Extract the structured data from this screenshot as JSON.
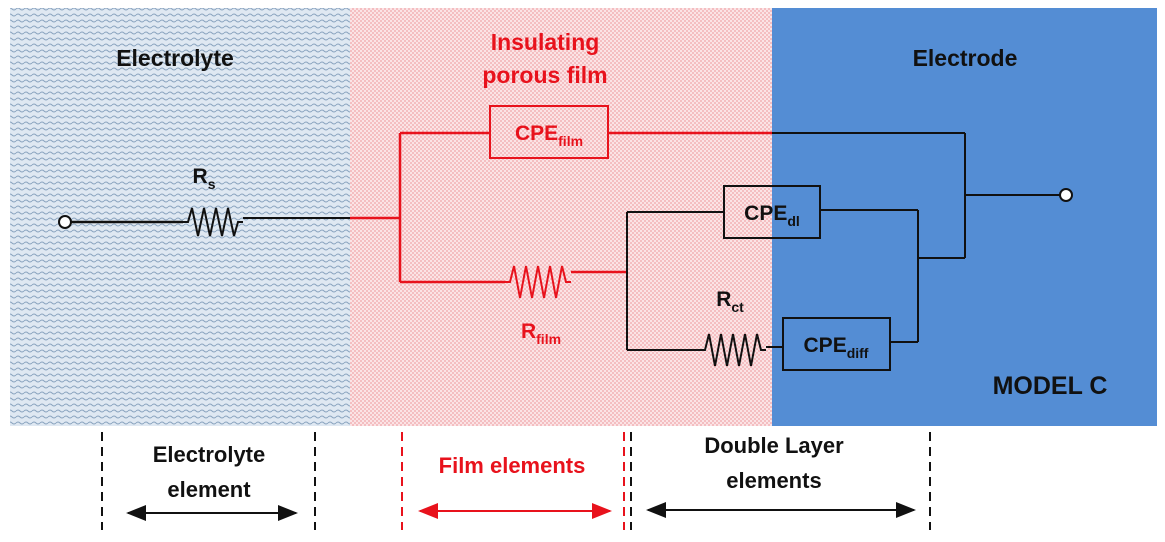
{
  "regions": {
    "electrolyte": {
      "label": "Electrolyte",
      "color": "#8aa4bf"
    },
    "film": {
      "label_line1": "Insulating",
      "label_line2": "porous film",
      "color": "#f2b2b6"
    },
    "electrode": {
      "label": "Electrode",
      "color": "#548dd4"
    }
  },
  "components": {
    "rs": {
      "main": "R",
      "sub": "s"
    },
    "cpe_film": {
      "main": "CPE",
      "sub": "film"
    },
    "r_film": {
      "main": "R",
      "sub": "film"
    },
    "cpe_dl": {
      "main": "CPE",
      "sub": "dl"
    },
    "r_ct": {
      "main": "R",
      "sub": "ct"
    },
    "cpe_diff": {
      "main": "CPE",
      "sub": "diff"
    }
  },
  "model_label": "MODEL C",
  "legend": {
    "electrolyte": {
      "line1": "Electrolyte",
      "line2": "element"
    },
    "film": {
      "line1": "Film elements"
    },
    "double_layer": {
      "line1": "Double Layer",
      "line2": "elements"
    }
  },
  "colors": {
    "wire_black": "#111111",
    "wire_red": "#e8121c",
    "text_black": "#111111",
    "text_red": "#e8121c"
  }
}
